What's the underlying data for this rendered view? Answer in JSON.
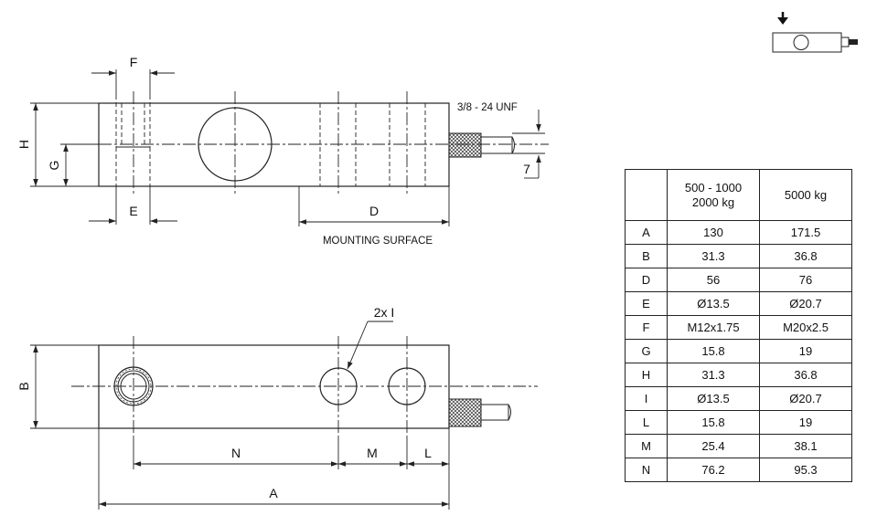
{
  "labels": {
    "F": "F",
    "H": "H",
    "G": "G",
    "E": "E",
    "D": "D",
    "thread": "3/8  - 24 UNF",
    "seven": "7",
    "mounting": "MOUNTING SURFACE",
    "holes": "2x I",
    "B": "B",
    "N": "N",
    "M": "M",
    "L": "L",
    "A": "A"
  },
  "table": {
    "header": [
      "",
      "500 - 1000\n2000 kg",
      "5000 kg"
    ],
    "rows": [
      [
        "A",
        "130",
        "171.5"
      ],
      [
        "B",
        "31.3",
        "36.8"
      ],
      [
        "D",
        "56",
        "76"
      ],
      [
        "E",
        "Ø13.5",
        "Ø20.7"
      ],
      [
        "F",
        "M12x1.75",
        "M20x2.5"
      ],
      [
        "G",
        "15.8",
        "19"
      ],
      [
        "H",
        "31.3",
        "36.8"
      ],
      [
        "I",
        "Ø13.5",
        "Ø20.7"
      ],
      [
        "L",
        "15.8",
        "19"
      ],
      [
        "M",
        "25.4",
        "38.1"
      ],
      [
        "N",
        "76.2",
        "95.3"
      ]
    ]
  }
}
